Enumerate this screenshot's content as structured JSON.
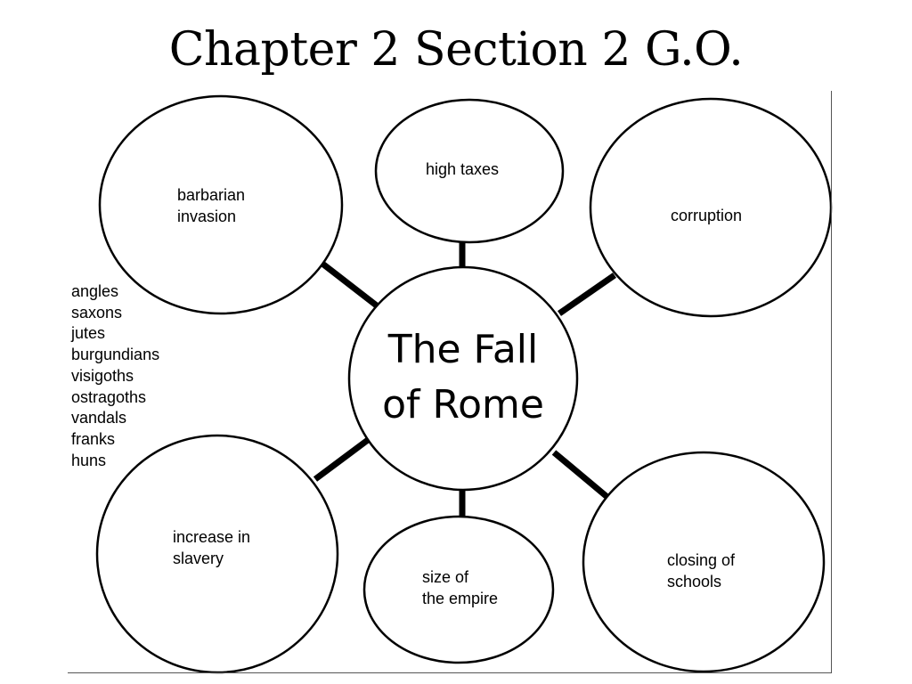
{
  "title": "Chapter 2 Section 2 G.O.",
  "diagram": {
    "center": "The Fall\nof Rome",
    "nodes": [
      {
        "id": "barbarian-invasion",
        "label": "barbarian\ninvasion"
      },
      {
        "id": "high-taxes",
        "label": "high taxes"
      },
      {
        "id": "corruption",
        "label": "corruption"
      },
      {
        "id": "increase-in-slavery",
        "label": "increase in\nslavery"
      },
      {
        "id": "size-of-the-empire",
        "label": "size of\nthe empire"
      },
      {
        "id": "closing-of-schools",
        "label": "closing of\nschools"
      }
    ],
    "side_list": [
      "angles",
      "saxons",
      "jutes",
      "burgundians",
      "visigoths",
      "ostragoths",
      "vandals",
      "franks",
      "huns"
    ]
  }
}
